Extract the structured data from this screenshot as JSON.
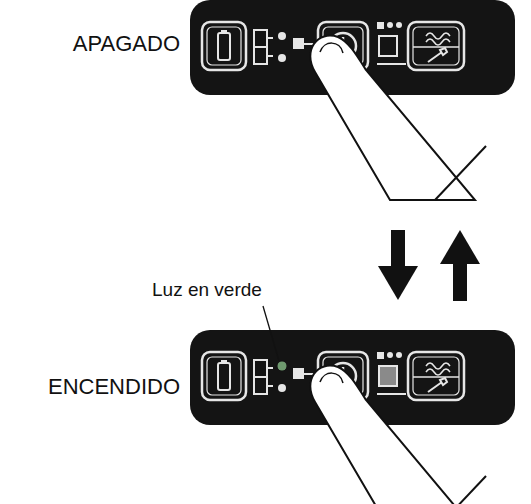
{
  "diagram": {
    "nodes": [
      {
        "text": [
          "APAGADO"
        ]
      },
      {
        "text": [
          "ENCENDIDO"
        ]
      }
    ],
    "edges": [
      {
        "from": 0,
        "to": 1,
        "arrow": "to"
      },
      {
        "from": 1,
        "to": 0,
        "arrow": "to"
      }
    ],
    "labels": [
      "Luz en verde"
    ]
  }
}
